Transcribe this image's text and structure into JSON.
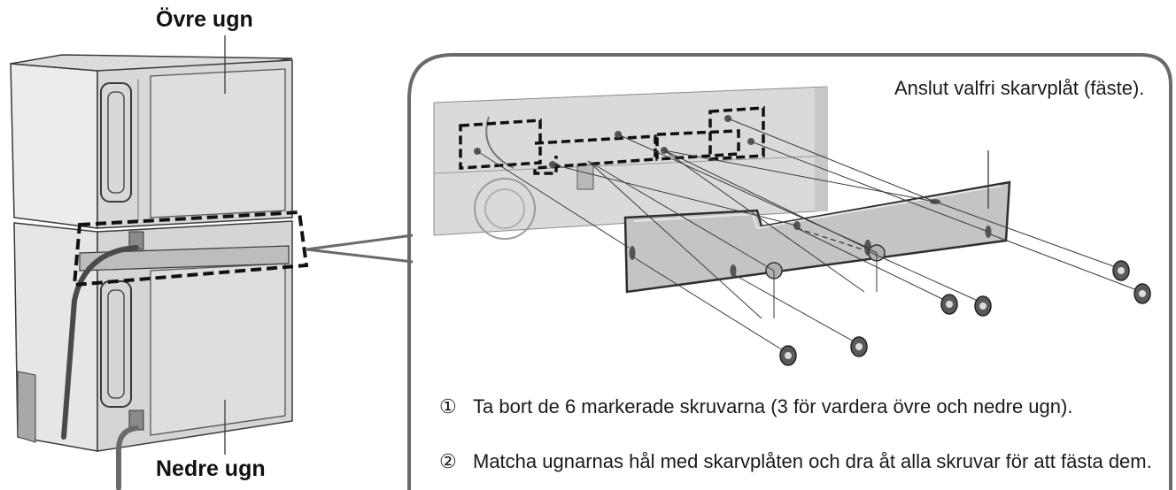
{
  "labels": {
    "upper_oven": "Övre ugn",
    "lower_oven": "Nedre ugn"
  },
  "callout": {
    "title": "Anslut valfri skarvplåt (fäste)."
  },
  "steps": [
    {
      "number": "①",
      "text": "Ta bort de 6 markerade skruvarna (3 för vardera övre och nedre ugn)."
    },
    {
      "number": "②",
      "text": "Matcha ugnarnas hål med skarvplåten och dra åt alla skruvar för att fästa dem."
    }
  ],
  "colors": {
    "line": "#3a3a3a",
    "panel_light": "#e6e6e6",
    "panel_mid": "#cfcfcf",
    "panel_dark": "#9a9a9a",
    "plate": "#c4c4c4",
    "frame": "#6a6a6a"
  }
}
